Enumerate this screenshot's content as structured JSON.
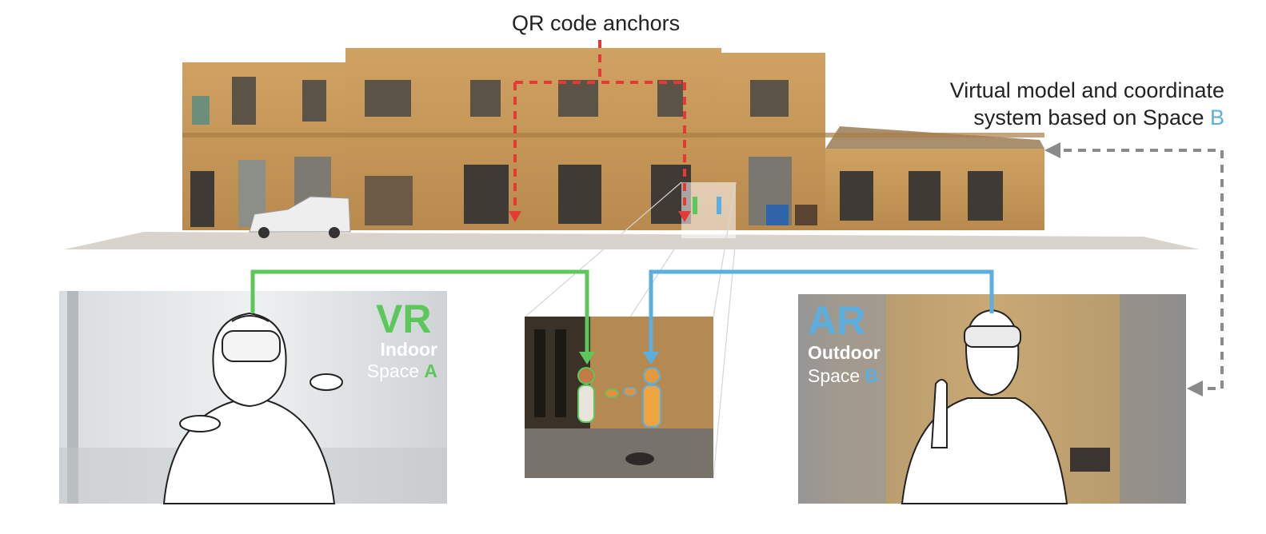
{
  "annotations": {
    "qr_label": "QR code anchors",
    "model_label_line1": "Virtual model and coordinate",
    "model_label_line2_prefix": "system based on Space ",
    "model_label_line2_letter": "B"
  },
  "vr_panel": {
    "title": "VR",
    "environment": "Indoor",
    "space_prefix": "Space ",
    "space_letter": "A"
  },
  "ar_panel": {
    "title": "AR",
    "environment": "Outdoor",
    "space_prefix": "Space ",
    "space_letter": "B"
  },
  "colors": {
    "vr_green": "#5cc85c",
    "ar_blue": "#5aaee0",
    "anchor_red": "#e53935",
    "link_gray": "#8a8a8a",
    "sandstone": "#c99a56"
  }
}
